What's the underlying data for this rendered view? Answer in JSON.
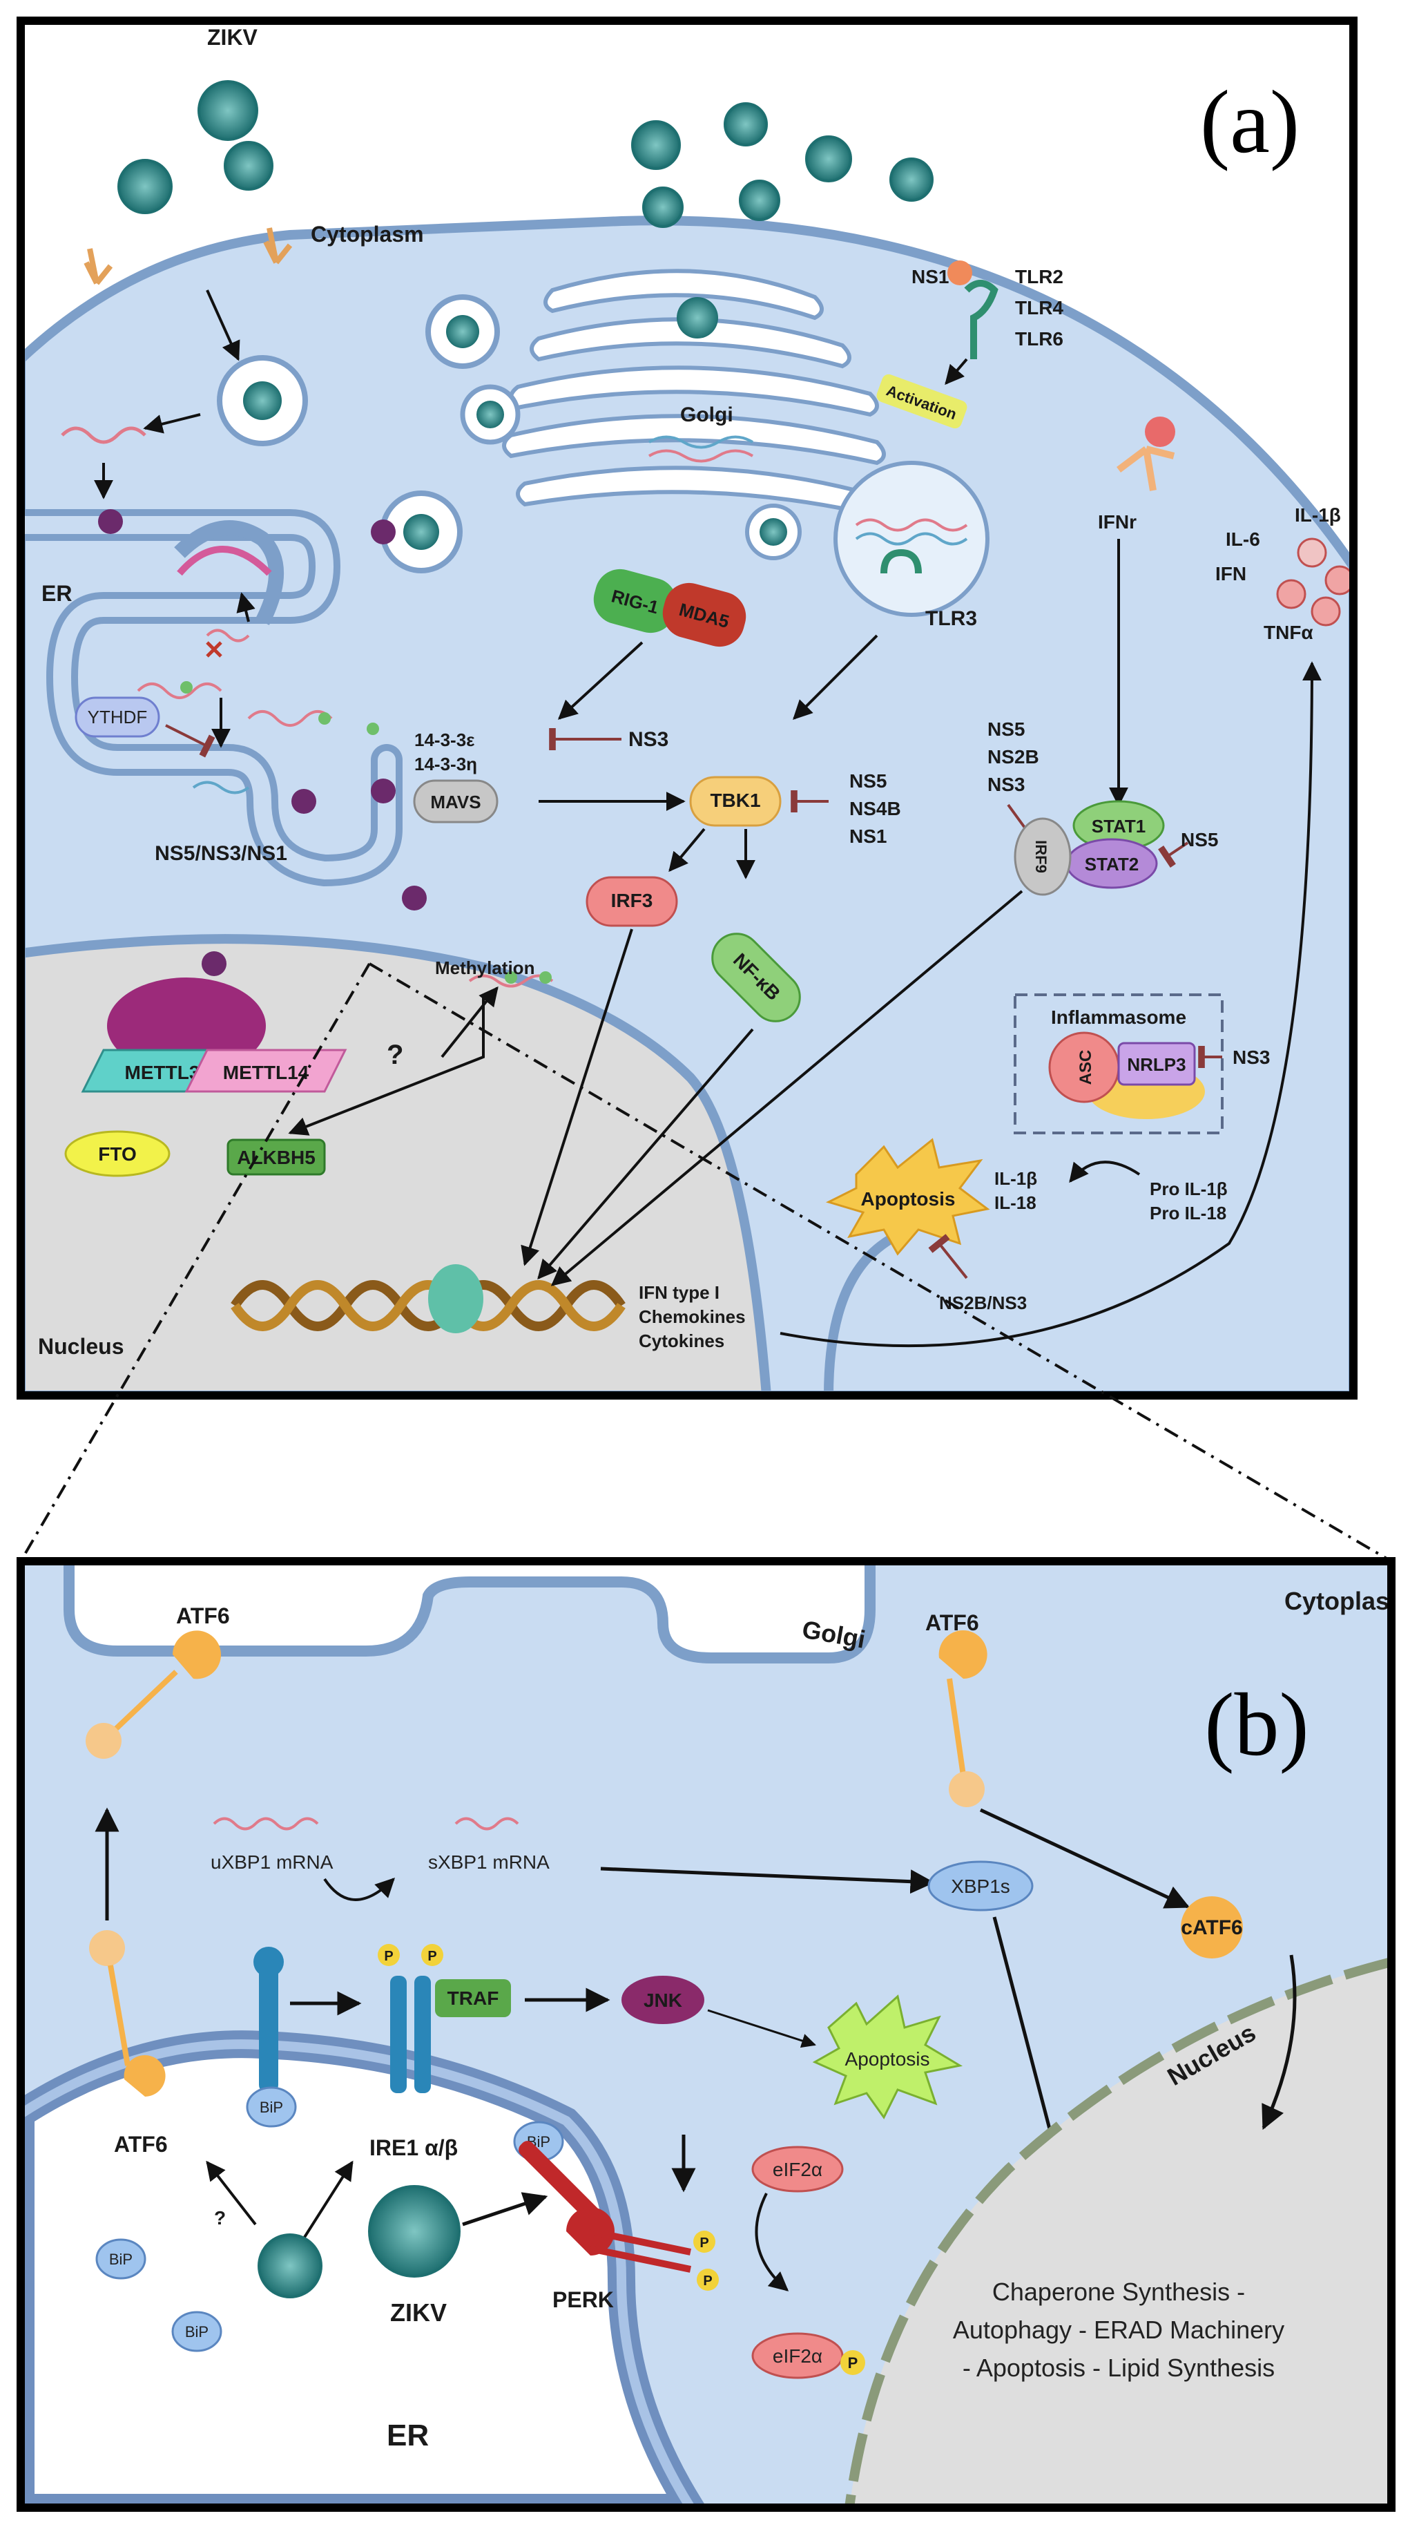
{
  "panel_a": {
    "letter": "(a)",
    "zikv": "ZIKV",
    "cytoplasm": "Cytoplasm",
    "golgi": "Golgi",
    "er": "ER",
    "nucleus": "Nucleus",
    "ns1": "NS1",
    "tlr2": "TLR2",
    "tlr4": "TLR4",
    "tlr6": "TLR6",
    "activation": "Activation",
    "ifnr": "IFNr",
    "il6": "IL-6",
    "il1b": "IL-1β",
    "ifn": "IFN",
    "tnfa": "TNFα",
    "tlr3": "TLR3",
    "rig1": "RIG-1",
    "mda5": "MDA5",
    "ytdhf": "YTHDF",
    "ns531": "NS5/NS3/NS1",
    "e1433e": "14-3-3ε",
    "e1433n": "14-3-3η",
    "ns3_a": "NS3",
    "mavs": "MAVS",
    "tbk1": "TBK1",
    "ns5_a": "NS5",
    "ns4b": "NS4B",
    "ns1_b": "NS1",
    "irf3": "IRF3",
    "nfkb": "NF-κB",
    "ns5_b": "NS5",
    "ns2b": "NS2B",
    "ns3_b": "NS3",
    "stat1": "STAT1",
    "stat2": "STAT2",
    "irf9": "IRF9",
    "ns5_c": "NS5",
    "methylation": "Methylation",
    "question": "?",
    "mettl3": "METTL3",
    "mettl14": "METTL14",
    "fto": "FTO",
    "alkbh5": "ALKBH5",
    "inflammasome": "Inflammasome",
    "asc": "ASC",
    "nlrp3": "NRLP3",
    "ns3_c": "NS3",
    "il1b_out": "IL-1β",
    "il18_out": "IL-18",
    "pro_il1b": "Pro IL-1β",
    "pro_il18": "Pro IL-18",
    "apoptosis": "Apoptosis",
    "ns2bns3": "NS2B/NS3",
    "ifn_type": "IFN type I",
    "chemokines": "Chemokines",
    "cytokines": "Cytokines"
  },
  "panel_b": {
    "letter": "(b)",
    "cytoplasm": "Cytoplasm",
    "golgi": "Golgi",
    "atf6_left": "ATF6",
    "atf6_right": "ATF6",
    "uxbp1": "uXBP1 mRNA",
    "sxbp1": "sXBP1 mRNA",
    "xbp1s": "XBP1s",
    "catf6": "cATF6",
    "traf": "TRAF",
    "jnk": "JNK",
    "apoptosis": "Apoptosis",
    "p": "P",
    "bip": "BiP",
    "atf6_er": "ATF6",
    "question": "?",
    "ire1": "IRE1 α/β",
    "zikv": "ZIKV",
    "perk": "PERK",
    "er": "ER",
    "eif2a": "eIF2α",
    "eif2a_p": "eIF2α",
    "nucleus": "Nucleus",
    "out1": "Chaperone Synthesis -",
    "out2": "Autophagy - ERAD Machinery",
    "out3": "- Apoptosis - Lipid Synthesis"
  },
  "colors": {
    "cell": "#c9dcf2",
    "membrane": "#7d9fc9",
    "nucleus": "#dcdcdc",
    "virus": "#2f8f8c"
  }
}
